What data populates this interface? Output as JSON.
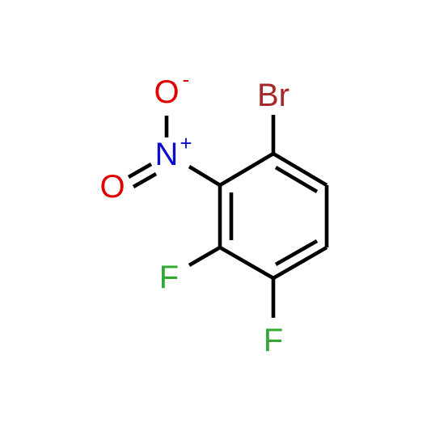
{
  "molecule": {
    "atoms": {
      "br": {
        "symbol": "Br",
        "color": "#a62929"
      },
      "n": {
        "symbol": "N",
        "charge": "+",
        "color": "#0c0ccc"
      },
      "o_minus": {
        "symbol": "O",
        "charge": "-",
        "color": "#e00000"
      },
      "o_double": {
        "symbol": "O",
        "color": "#e00000"
      },
      "f_top": {
        "symbol": "F",
        "color": "#33a833"
      },
      "f_bottom": {
        "symbol": "F",
        "color": "#33a833"
      }
    },
    "bond_color": "#000000"
  }
}
